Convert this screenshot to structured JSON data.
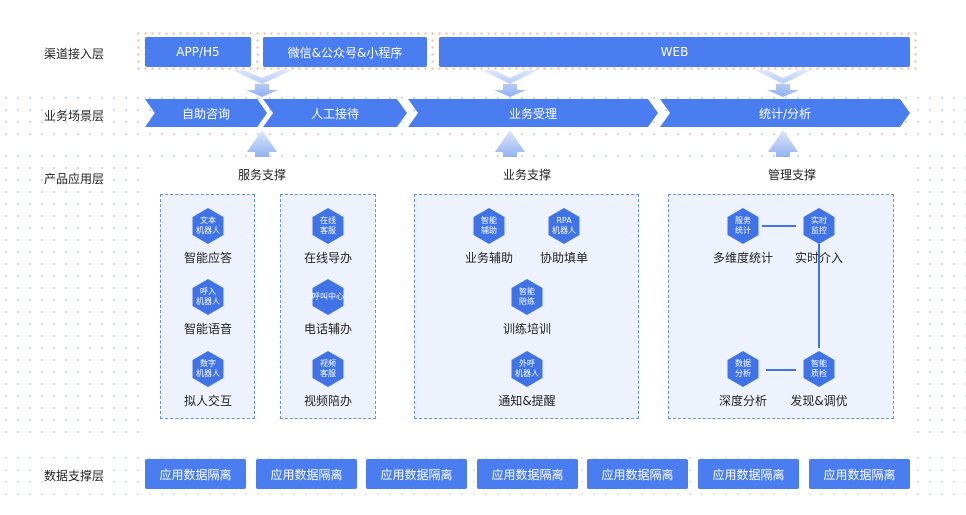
{
  "layers": {
    "channel": "渠道接入层",
    "scene": "业务场景层",
    "product": "产品应用层",
    "data": "数据支撑层"
  },
  "channels": [
    "APP/H5",
    "微信&公众号&小程序",
    "WEB"
  ],
  "scenes": [
    "自助咨询",
    "人工接待",
    "业务受理",
    "统计/分析"
  ],
  "groups": {
    "service": {
      "title": "服务支撑",
      "col1": [
        {
          "icon": "文本\n机器人",
          "label": "智能应答"
        },
        {
          "icon": "呼入\n机器人",
          "label": "智能语音"
        },
        {
          "icon": "数字\n机器人",
          "label": "拟人交互"
        }
      ],
      "col2": [
        {
          "icon": "在线\n客服",
          "label": "在线导办"
        },
        {
          "icon": "呼叫中心",
          "label": "电话辅办"
        },
        {
          "icon": "视频\n客服",
          "label": "视频陪办"
        }
      ]
    },
    "business": {
      "title": "业务支撑",
      "items": [
        {
          "icon": "智能\n辅助",
          "label": "业务辅助"
        },
        {
          "icon": "RPA\n机器人",
          "label": "协助填单"
        },
        {
          "icon": "智能\n陪练",
          "label": "训练培训"
        },
        {
          "icon": "外呼\n机器人",
          "label": "通知&提醒"
        }
      ]
    },
    "management": {
      "title": "管理支撑",
      "items": [
        {
          "icon": "服务\n统计",
          "label": "多维度统计"
        },
        {
          "icon": "实时\n监控",
          "label": "实时介入"
        },
        {
          "icon": "数据\n分析",
          "label": "深度分析"
        },
        {
          "icon": "智能\n质检",
          "label": "发现&调优"
        }
      ]
    }
  },
  "data_boxes": [
    "应用数据隔离",
    "应用数据隔离",
    "应用数据隔离",
    "应用数据隔离",
    "应用数据隔离",
    "应用数据隔离",
    "应用数据隔离"
  ],
  "colors": {
    "primary": "#4a7df0",
    "card_bg": "#edf2fc",
    "arrow": "#a9c2f5"
  }
}
